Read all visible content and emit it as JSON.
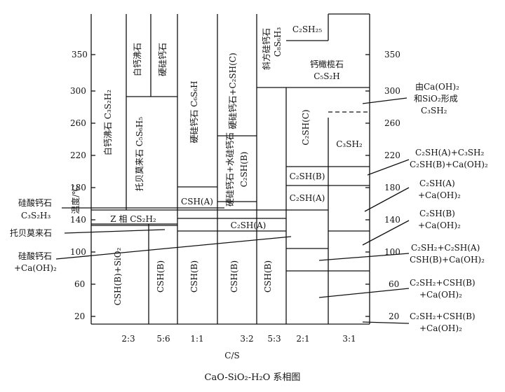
{
  "caption": "CaO-SiO₂-H₂O 系相图",
  "x_axis": {
    "label": "C/S",
    "ticks": [
      "2:3",
      "5:6",
      "1:1",
      "3:2",
      "5:3",
      "2:1",
      "3:1"
    ]
  },
  "y_axis": {
    "label": "温度/℃",
    "ticks": [
      "20",
      "60",
      "100",
      "140",
      "180",
      "220",
      "260",
      "300",
      "350"
    ]
  },
  "phases": {
    "c3sh2_white": "白钙沸石 C₃S₂H₂",
    "white_zeo": "白钙沸石",
    "xonotlite_top": "硬硅钙石",
    "tob_c5s6h5": "托贝莫来石 C₅S₆H₅",
    "xono_c6s6h": "硬硅钙石 C₆S₆H",
    "xono_c2shc": "硬硅钙石+C₂SH(C)",
    "xono_water": "硬硅钙石+水硅钙石",
    "c2shb_small": "C₂SH(B)",
    "kilch_label": "斜方硅钙石",
    "c8s6h3": "C₈S₆H₃",
    "c2sh25": "C₂SH₂₅",
    "jaff": "钙橄榄石",
    "c5s2h": "C₅S₂H",
    "c2shc_r": "C₂SH(C)",
    "c3sh2_r": "C₃SH₂",
    "c2shb_r": "C₂SH(B)",
    "c2sha_r": "C₂SH(A)",
    "csha_mid": "CSH(A)",
    "zphase": "Z 相 CS₂H₂",
    "c2sha_low": "C₂SH(A)",
    "cshb_sio2": "CSH(B)+SiO₂",
    "cshb": "CSH(B)"
  },
  "annotations_right": {
    "a1_l1": "由Ca(OH)₂",
    "a1_l2": "和SiO₂形成",
    "a1_l3": "C₃SH₂",
    "a2_l1": "C₂SH(A)+C₃SH₂",
    "a2_l2": "C₂SH(B)+Ca(OH)₂",
    "a3_l1": "C₂SH(A)",
    "a3_l2": "+Ca(OH)₂",
    "a4_l1": "C₂SH(B)",
    "a4_l2": "+Ca(OH)₂",
    "a5_l1": "C₂SH₂+C₂SH(A)",
    "a5_l2": "CSH(B)+Ca(OH)₂",
    "a6_l1": "C₂SH₂+CSH(B)",
    "a6_l2": "+Ca(OH)₂",
    "a7_l1": "C₂SH₂+CSH(B)",
    "a7_l2": "+Ca(OH)₂"
  },
  "annotations_left": {
    "b1_l1": "硅酸钙石",
    "b1_l2": "C₃S₂H₃",
    "b2": "托贝莫来石",
    "b3_l1": "硅酸钙石",
    "b3_l2": "+Ca(OH)₂"
  }
}
